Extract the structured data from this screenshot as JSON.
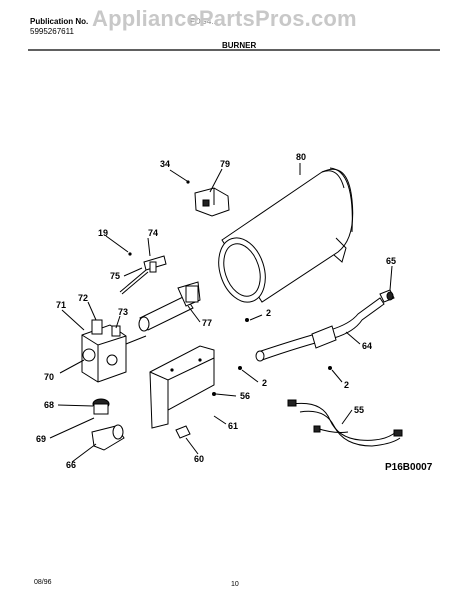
{
  "header": {
    "publication_label": "Publication No.",
    "publication_number": "5995267611",
    "model": "FDG4...",
    "section_title": "BURNER"
  },
  "watermark": "AppliancePartsPros.com",
  "diagram_code": "P16B0007",
  "footer": {
    "date": "08/96",
    "page": "10"
  },
  "callouts": {
    "c34": "34",
    "c79": "79",
    "c80": "80",
    "c19": "19",
    "c74": "74",
    "c75": "75",
    "c65": "65",
    "c71": "71",
    "c72": "72",
    "c73": "73",
    "c77": "77",
    "c2a": "2",
    "c64": "64",
    "c70": "70",
    "c2b": "2",
    "c2c": "2",
    "c56": "56",
    "c68": "68",
    "c55": "55",
    "c69": "69",
    "c61": "61",
    "c66": "66",
    "c60": "60"
  }
}
